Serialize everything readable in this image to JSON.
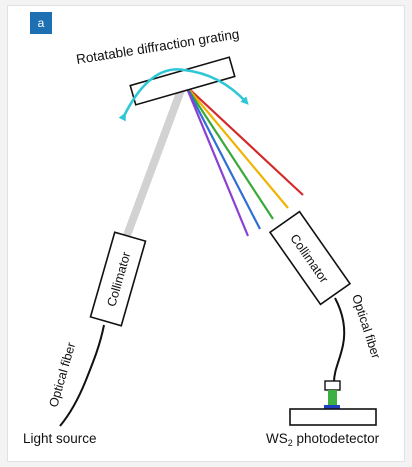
{
  "badge": {
    "label": "a",
    "color": "#1f6fb3"
  },
  "labels": {
    "grating": "Rotatable diffraction grating",
    "collimator_left": "Collimator",
    "collimator_right": "Collimator",
    "fiber_left": "Optical fiber",
    "fiber_right": "Optical fiber",
    "light_source": "Light source",
    "photodetector_prefix": "WS",
    "photodetector_sub": "2",
    "photodetector_suffix": " photodetector"
  },
  "colors": {
    "rotation_arrow": "#2ec7d6",
    "white_beam": "#d2d2d2",
    "spectrum": [
      "#d42a2a",
      "#f0b400",
      "#3aa83a",
      "#2f6fd1",
      "#8b3fd3"
    ],
    "detector_light": "#3cb043",
    "detector_layer": "#1f3fbf"
  },
  "icons": {
    "rotation": "curved-double-arrow-icon"
  }
}
